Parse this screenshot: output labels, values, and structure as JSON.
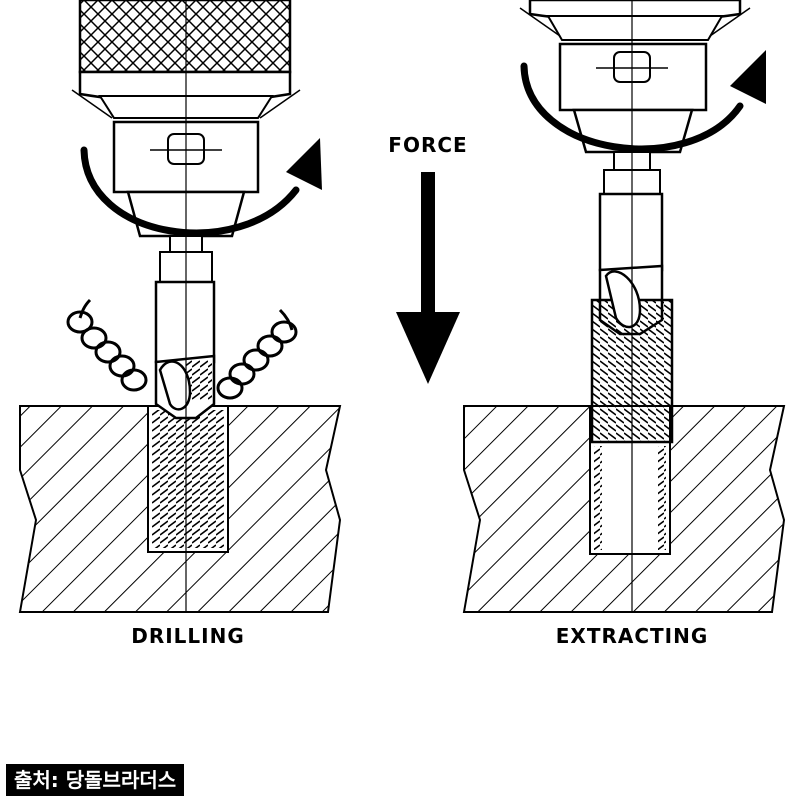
{
  "labels": {
    "force": "FORCE",
    "drilling": "DRILLING",
    "extracting": "EXTRACTING"
  },
  "source_caption": "출처: 당돌브라더스",
  "colors": {
    "ink": "#000000",
    "paper": "#ffffff",
    "badge_background": "#000000",
    "badge_text": "#ffffff"
  }
}
